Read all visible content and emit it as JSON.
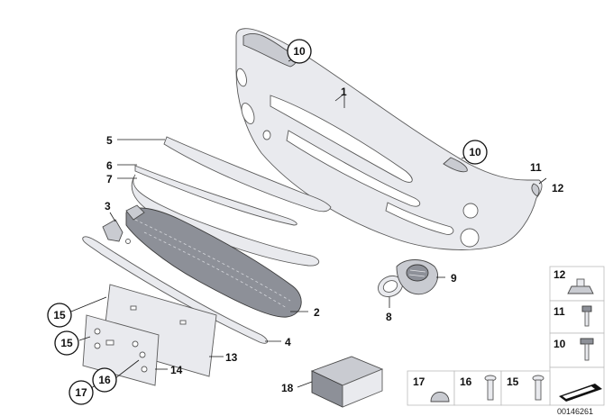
{
  "labels": {
    "c10a": "10",
    "c10b": "10",
    "c11": "11",
    "c12": "12",
    "c1": "1",
    "c2": "2",
    "c3": "3",
    "c4": "4",
    "c5": "5",
    "c6": "6",
    "c7": "7",
    "c8": "8",
    "c9": "9",
    "c13": "13",
    "c14": "14",
    "c15a": "15",
    "c15b": "15",
    "c16a": "16",
    "c17a": "17",
    "c18": "18",
    "leg12": "12",
    "leg11": "11",
    "leg10": "10",
    "leg17": "17",
    "leg16": "16",
    "leg15": "15"
  },
  "diagram_code": "00146261"
}
